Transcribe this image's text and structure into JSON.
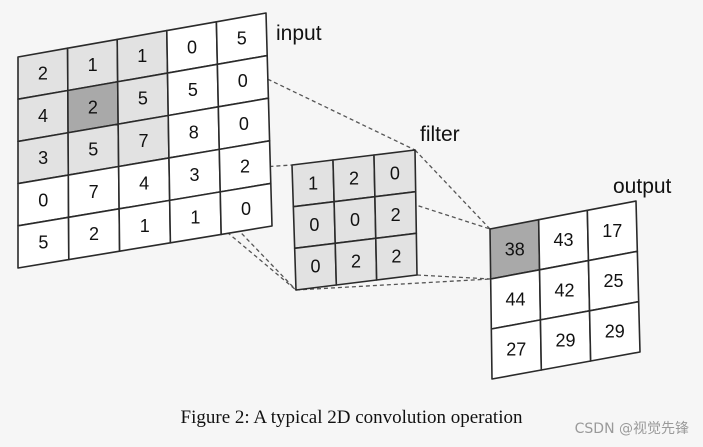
{
  "labels": {
    "input": "input",
    "filter": "filter",
    "output": "output"
  },
  "grids": {
    "input": {
      "values": [
        [
          "2",
          "1",
          "1",
          "0",
          "5"
        ],
        [
          "4",
          "2",
          "5",
          "5",
          "0"
        ],
        [
          "3",
          "5",
          "7",
          "8",
          "0"
        ],
        [
          "0",
          "7",
          "4",
          "3",
          "2"
        ],
        [
          "5",
          "2",
          "1",
          "1",
          "0"
        ]
      ],
      "shaded_rows": 3,
      "shaded_cols": 3,
      "highlight_cell": [
        1,
        1
      ]
    },
    "filter": {
      "values": [
        [
          "1",
          "2",
          "0"
        ],
        [
          "0",
          "0",
          "2"
        ],
        [
          "0",
          "2",
          "2"
        ]
      ],
      "shaded_rows": 3,
      "shaded_cols": 3,
      "highlight_cell": null
    },
    "output": {
      "values": [
        [
          "38",
          "43",
          "17"
        ],
        [
          "44",
          "42",
          "25"
        ],
        [
          "27",
          "29",
          "29"
        ]
      ],
      "shaded_rows": 0,
      "shaded_cols": 0,
      "highlight_cell": [
        0,
        0
      ]
    }
  },
  "colors": {
    "background": "#f6f6f6",
    "cell_white": "#ffffff",
    "cell_shaded": "#e2e2e2",
    "cell_highlight": "#a9a9a9",
    "grid_line": "#2a2a2a",
    "dashed_line": "#555555"
  },
  "caption": "Figure 2: A typical 2D convolution operation",
  "watermark": "CSDN @视觉先锋"
}
